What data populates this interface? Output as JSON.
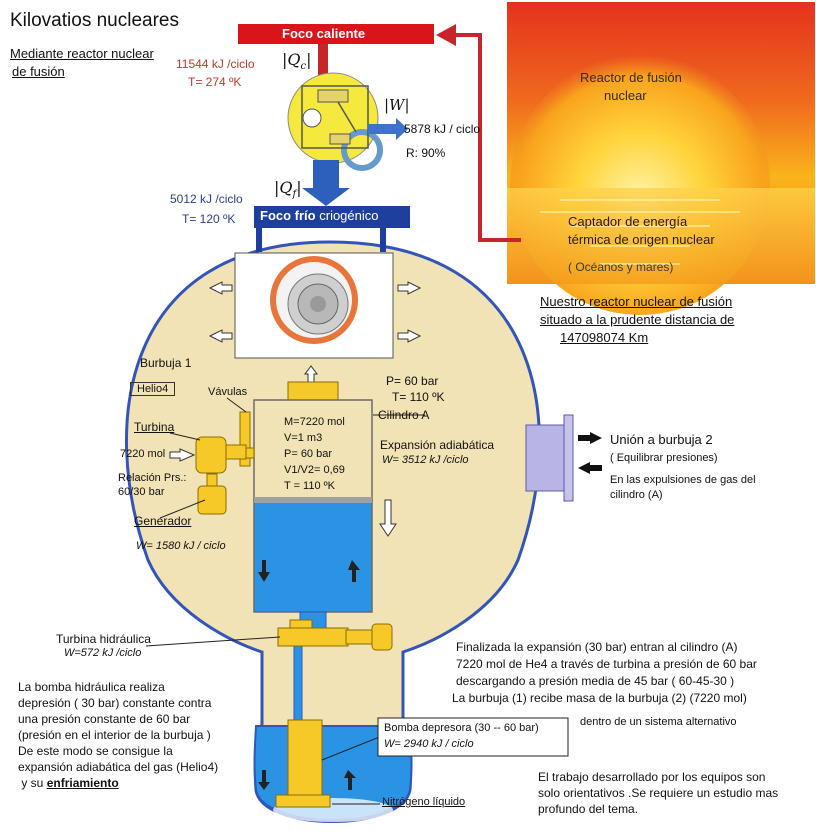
{
  "title": "Kilovatios nucleares",
  "subtitle_line1": "Mediante reactor nuclear",
  "subtitle_line2": "de fusión",
  "hot_focus": "Foco caliente",
  "qc_label": "|Q",
  "qc_sub": "c",
  "qc_value": "11544 kJ /ciclo",
  "qc_temp": "T= 274 ºK",
  "w_label": "|W|",
  "w_value": "5878 kJ / ciclo",
  "efficiency": "R: 90%",
  "qf_label": "|Q",
  "qf_sub": "f",
  "qf_value": "5012 kJ /ciclo",
  "qf_temp": "T= 120 ºK",
  "cold_focus_a": "Foco frío",
  "cold_focus_b": "criogénico",
  "sun": {
    "reactor_line1": "Reactor de fusión",
    "reactor_line2": "nuclear",
    "captor_line1": "Captador de energía",
    "captor_line2": "térmica de origen nuclear",
    "captor_line3": "( Océanos y mares)"
  },
  "sun_caption": {
    "line1": "Nuestro reactor nuclear de fusión",
    "line2": "situado a la prudente distancia de",
    "line3": "147098074 Km"
  },
  "bubble": {
    "label": "Burbuja 1",
    "gas": "Helio4",
    "valves": "Vávulas",
    "turbine": "Turbina",
    "turbine_mol": "7220 mol",
    "pressure_ratio_1": "Relación Prs.:",
    "pressure_ratio_2": "60/30 bar",
    "generator": "Generador",
    "generator_work": "W= 1580 kJ / ciclo",
    "pressure": "P= 60 bar",
    "temperature": "T= 110 ºK",
    "cylinder_label": "Cilindro A",
    "expansion": "Expansión adiabática",
    "expansion_work": "W= 3512 kJ /ciclo"
  },
  "cylinder": {
    "moles": "M=7220 mol",
    "volume": "V=1 m3",
    "pressure": "P= 60 bar",
    "ratio": "V1/V2= 0,69",
    "temperature": "T = 110 ºK"
  },
  "union": {
    "title": "Unión a burbuja 2",
    "subtitle": "( Equilibrar presiones)",
    "note_line1": "En las expulsiones de gas del",
    "note_line2": "cilindro (A)"
  },
  "hydraulic_turbine": {
    "label": "Turbina hidráulica",
    "work": "W=572 kJ /ciclo"
  },
  "pump_text": [
    "La bomba hidráulica realiza",
    "depresión ( 30 bar) constante contra",
    "una presión constante de 60 bar",
    " (presión en el interior de la burbuja )",
    "De este modo se consigue la",
    "expansión adiabática del gas (Helio4)",
    " y su "
  ],
  "pump_text_emph": "enfriamiento",
  "expansion_note": [
    "Finalizada la expansión (30 bar) entran al cilindro (A)",
    "7220 mol de He4 a través de turbina a presión de 60 bar",
    "descargando a presión media de 45 bar ( 60-45-30 )",
    "La burbuja (1) recibe masa de la burbuja (2) (7220 mol)"
  ],
  "alternative": "dentro de un sistema alternativo",
  "depressor_pump": {
    "label": "Bomba depresora (30 -- 60 bar)",
    "work": "W= 2940 kJ / ciclo"
  },
  "liquid_nitrogen": "Nitrógeno líquido",
  "disclaimer": [
    "El trabajo desarrollado por los equipos son",
    "solo orientativos .Se requiere un estudio mas",
    "profundo del tema."
  ],
  "colors": {
    "hot": "#d9151b",
    "cold": "#1f3f9e",
    "bubble": "#f1e3b5",
    "water": "#2b93e4",
    "equipment": "#f6c928",
    "sun_top": "#e8321b",
    "sun_bottom": "#f7b21a"
  }
}
